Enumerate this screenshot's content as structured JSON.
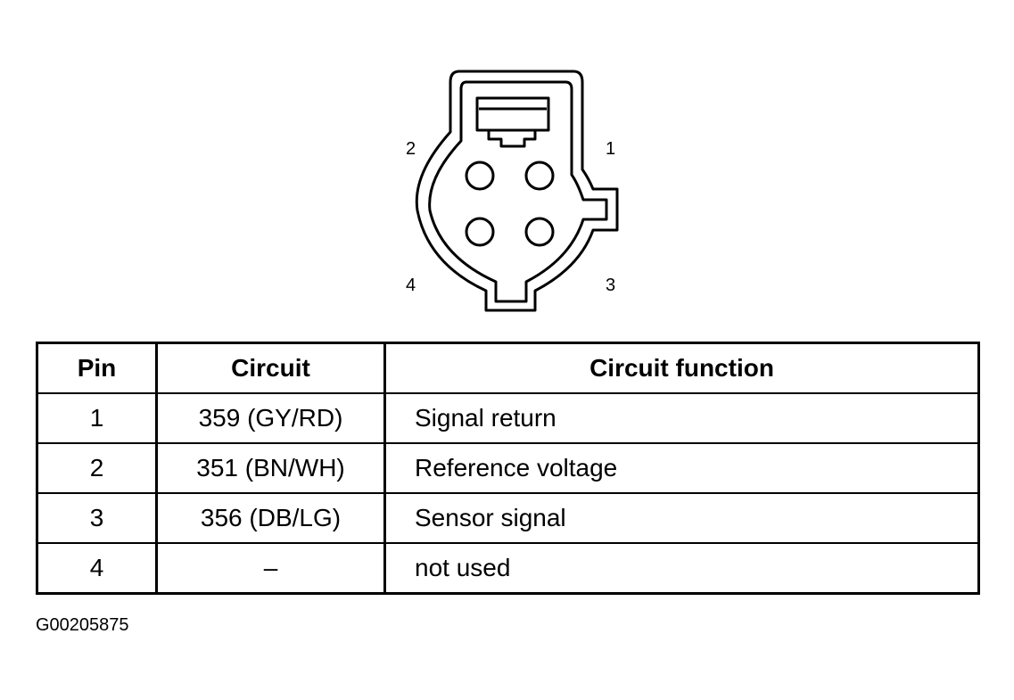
{
  "connector": {
    "pin_labels": [
      "1",
      "2",
      "3",
      "4"
    ]
  },
  "table": {
    "headers": [
      "Pin",
      "Circuit",
      "Circuit function"
    ],
    "rows": [
      {
        "pin": "1",
        "circuit": "359 (GY/RD)",
        "function": "Signal return"
      },
      {
        "pin": "2",
        "circuit": "351 (BN/WH)",
        "function": "Reference voltage"
      },
      {
        "pin": "3",
        "circuit": "356 (DB/LG)",
        "function": "Sensor signal"
      },
      {
        "pin": "4",
        "circuit": "–",
        "function": "not used"
      }
    ]
  },
  "figure_id": "G00205875"
}
